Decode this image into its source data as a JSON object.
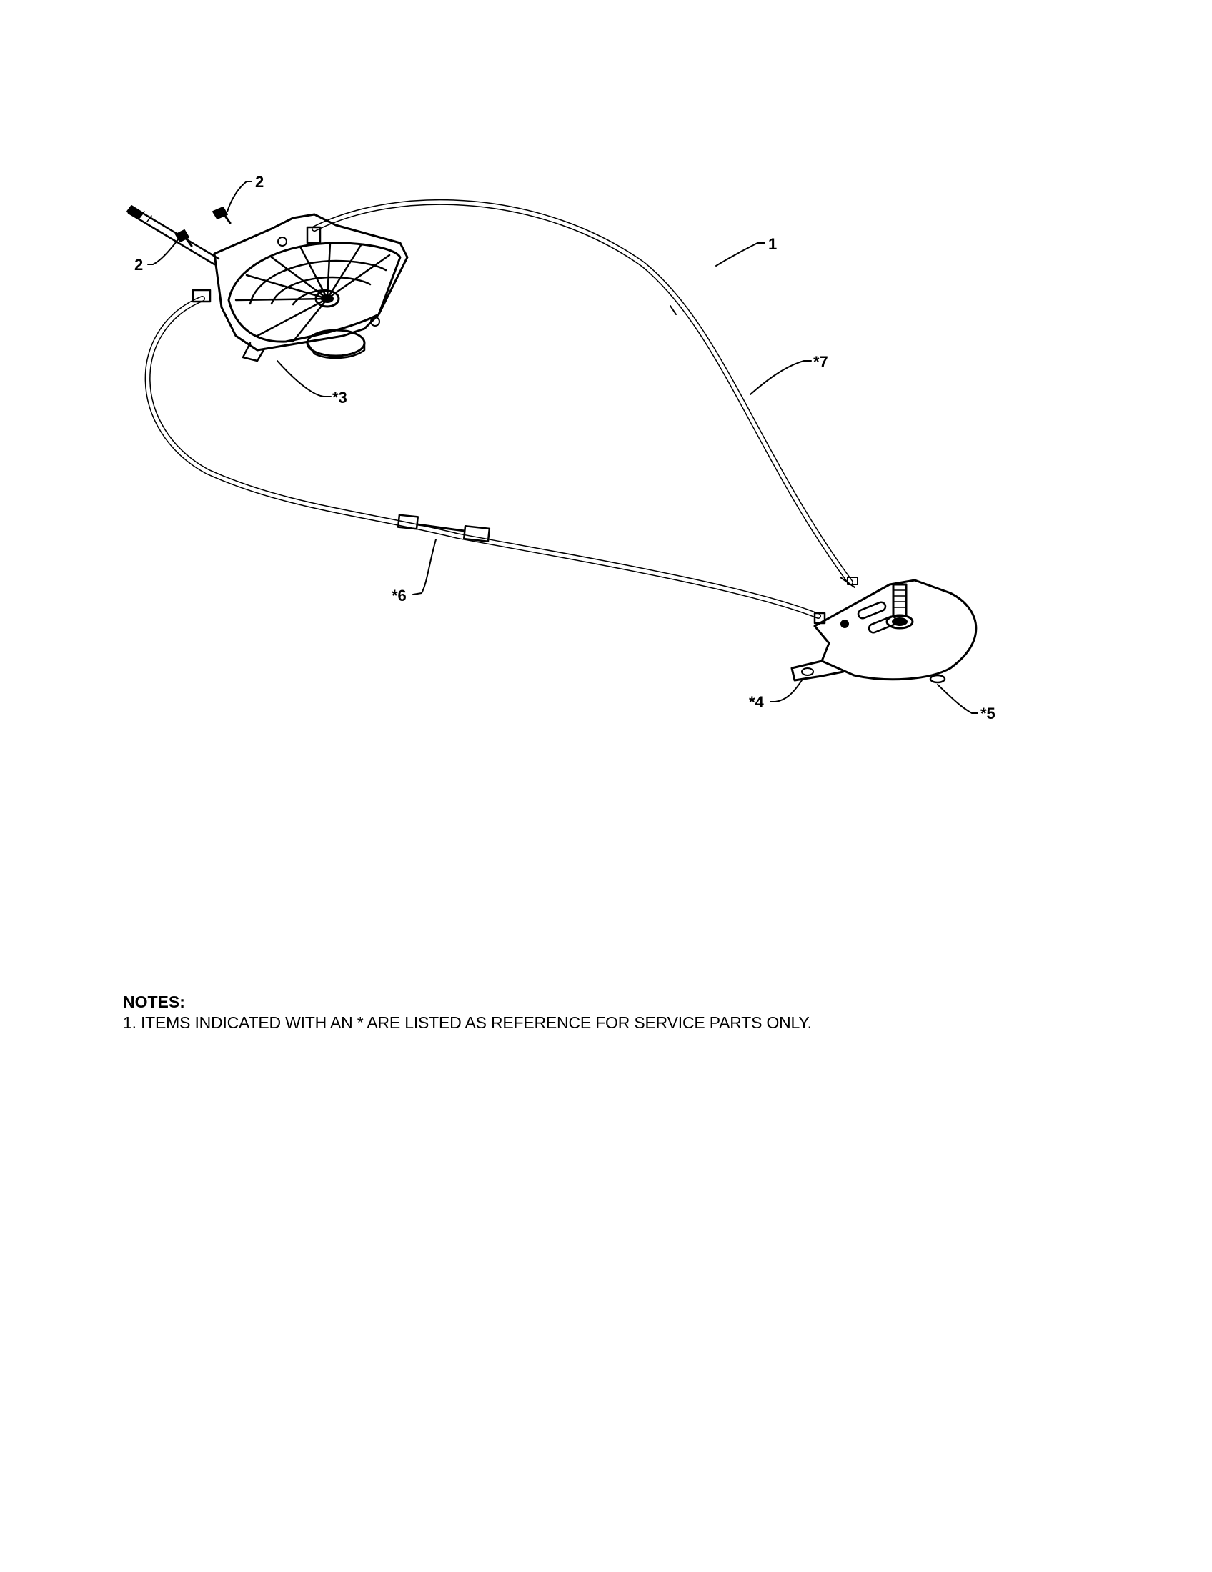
{
  "callouts": {
    "c1": "1",
    "c2_top": "2",
    "c2_left": "2",
    "c3": "*3",
    "c4": "*4",
    "c5": "*5",
    "c6": "*6",
    "c7": "*7"
  },
  "notes": {
    "heading": "NOTES:",
    "items": [
      "1. ITEMS INDICATED WITH AN * ARE LISTED AS REFERENCE FOR SERVICE PARTS ONLY."
    ]
  }
}
